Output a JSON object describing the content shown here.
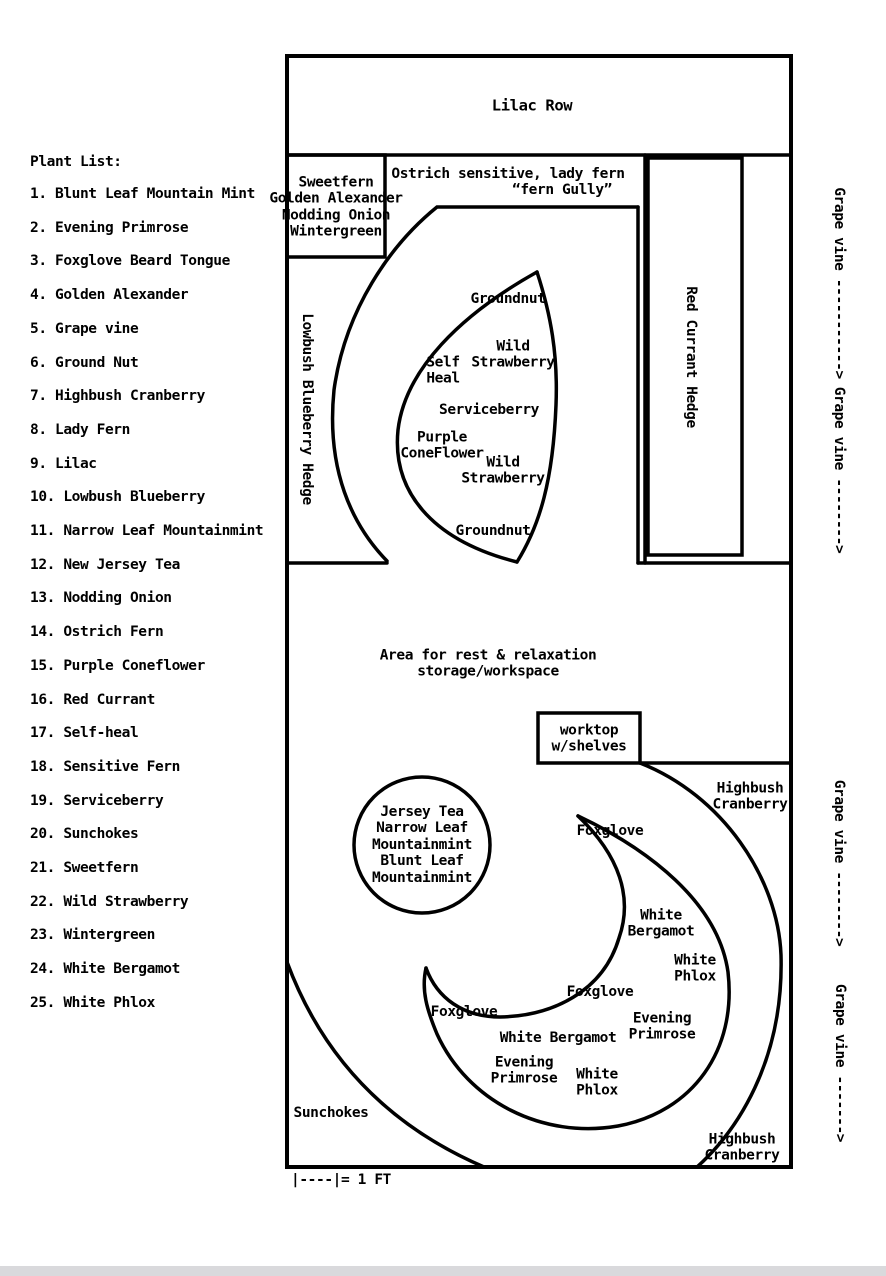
{
  "page": {
    "background": "#ffffff",
    "line_color": "#000000",
    "bottom_strip_color": "#d9d9dc"
  },
  "plant_list": {
    "title": "Plant List:",
    "items": [
      "1. Blunt Leaf Mountain Mint",
      "2. Evening Primrose",
      "3. Foxglove Beard Tongue",
      "4. Golden Alexander",
      "5. Grape vine",
      "6. Ground Nut",
      "7. Highbush Cranberry",
      "8. Lady Fern",
      "9. Lilac",
      "10. Lowbush Blueberry",
      "11. Narrow Leaf Mountainmint",
      "12. New Jersey Tea",
      "13. Nodding Onion",
      "14. Ostrich Fern",
      "15. Purple Coneflower",
      "16. Red Currant",
      "17. Self-heal",
      "18. Sensitive Fern",
      "19. Serviceberry",
      "20. Sunchokes",
      "21. Sweetfern",
      "22. Wild Strawberry",
      "23. Wintergreen",
      "24. White Bergamot",
      "25. White Phlox"
    ]
  },
  "diagram": {
    "lilac_row": "Lilac Row",
    "top_left_bed": "Sweetfern\nGolden Alexander\nNodding Onion\nWintergreen",
    "fern_gully_line1": "Ostrich sensitive, lady fern",
    "fern_gully_line2": "“fern Gully”",
    "lowbush_hedge": "Lowbush Blueberry Hedge",
    "red_currant_hedge": "Red Currant Hedge",
    "groundnut_top": "Groundnut",
    "wild_strawberry_top": "Wild\nStrawberry",
    "self_heal": "Self\nHeal",
    "serviceberry": "Serviceberry",
    "purple_coneflower": "Purple\nConeFlower",
    "wild_strawberry_bottom": "Wild\nStrawberry",
    "groundnut_bottom": "Groundnut",
    "rest_area": "Area for rest & relaxation\nstorage/workspace",
    "worktop": "worktop\nw/shelves",
    "highbush_cranberry_top": "Highbush\nCranberry",
    "highbush_cranberry_bottom": "Highbush\nCranberry",
    "herb_circle": "Jersey Tea\nNarrow Leaf\nMountainmint\nBlunt Leaf\nMountainmint",
    "foxglove_top": "Foxglove",
    "foxglove_mid": "Foxglove",
    "foxglove_left": "Foxglove",
    "white_bergamot_right": "White\nBergamot",
    "white_phlox_right": "White\nPhlox",
    "evening_primrose_right": "Evening\nPrimrose",
    "white_bergamot_bottom": "White Bergamot",
    "evening_primrose_left": "Evening\nPrimrose",
    "white_phlox_bottom": "White\nPhlox",
    "sunchokes": "Sunchokes",
    "scale_note": "|----|= 1 FT",
    "grape_vine_1": "Grape vine ----------->",
    "grape_vine_2": "Grape vine -------->",
    "grape_vine_3": "Grape vine -------->",
    "grape_vine_4": "Grape vine ------->"
  }
}
